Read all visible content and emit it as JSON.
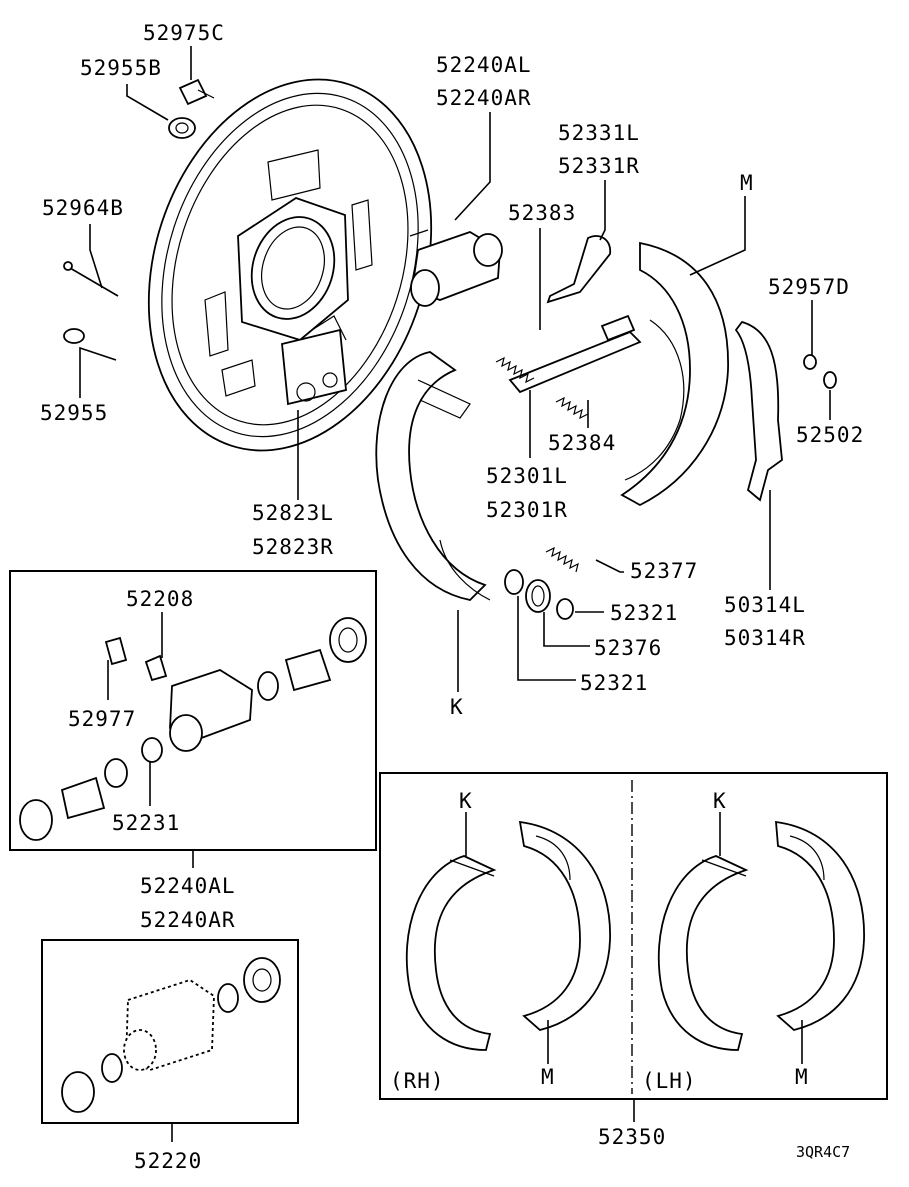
{
  "diagram": {
    "labels": {
      "p52975C": "52975C",
      "p52955B": "52955B",
      "p52240AL_top": "52240AL",
      "p52240AR_top": "52240AR",
      "p52331L": "52331L",
      "p52331R": "52331R",
      "pM_top": "M",
      "p52964B": "52964B",
      "p52383": "52383",
      "p52957D": "52957D",
      "p52955": "52955",
      "p52502": "52502",
      "p52384": "52384",
      "p52301L": "52301L",
      "p52301R": "52301R",
      "p52823L": "52823L",
      "p52823R": "52823R",
      "p52377": "52377",
      "p50314L": "50314L",
      "p50314R": "50314R",
      "p52321_a": "52321",
      "p52376": "52376",
      "p52321_b": "52321",
      "pK_top": "K",
      "p52208": "52208",
      "p52977": "52977",
      "p52231": "52231",
      "p52240AL_bot": "52240AL",
      "p52240AR_bot": "52240AR",
      "p52220": "52220",
      "kit_K_rh": "K",
      "kit_M_rh": "M",
      "kit_K_lh": "K",
      "kit_M_lh": "M",
      "kit_rh": "(RH)",
      "kit_lh": "(LH)",
      "p52350": "52350",
      "drawing_code": "3QR4C7"
    }
  }
}
